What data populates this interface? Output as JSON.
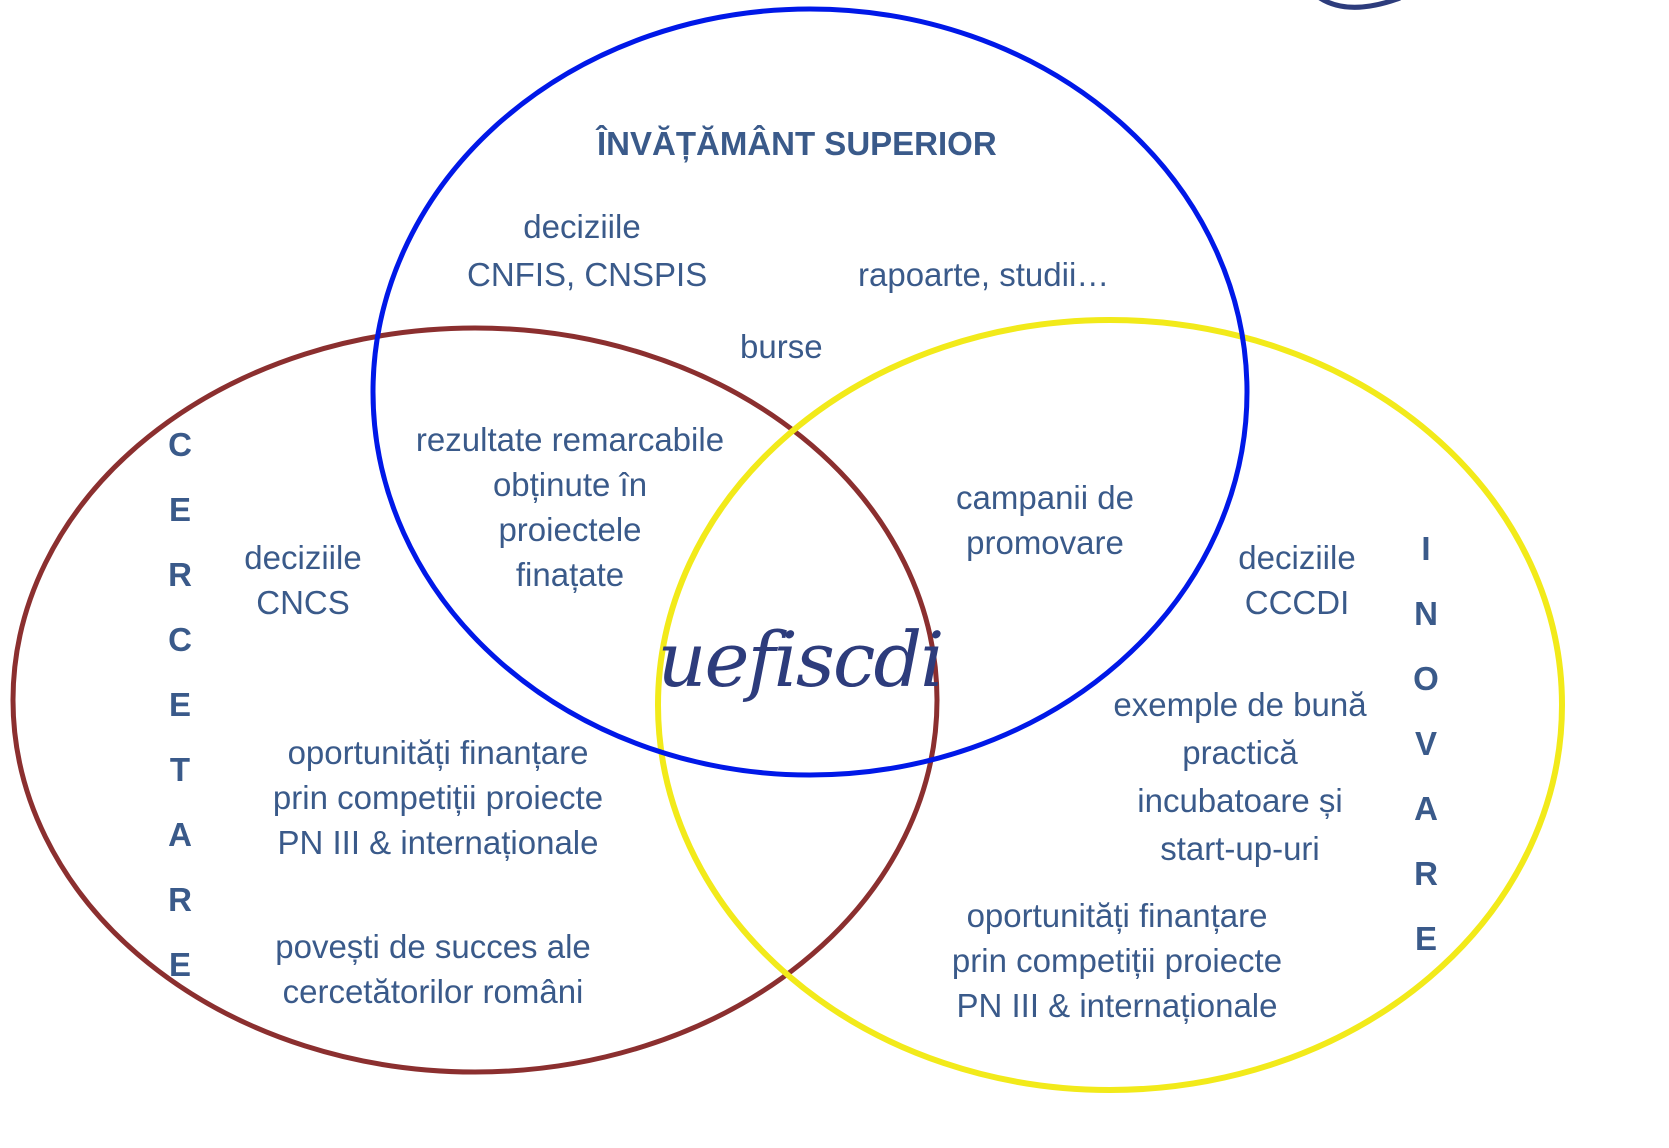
{
  "colors": {
    "text": "#3a5a8a",
    "circle_top": "#0018e8",
    "circle_left": "#8b2f2f",
    "circle_right": "#f2ea1a",
    "logo": "#2d3c7c"
  },
  "circles": {
    "top": {
      "title": "ÎNVĂȚĂMÂNT SUPERIOR"
    },
    "left": {
      "title": "CERCETARE"
    },
    "right": {
      "title": "INOVARE"
    }
  },
  "labels": {
    "top_decisions_line1": "deciziile",
    "top_decisions_line2": "CNFIS, CNSPIS",
    "top_reports": "rapoarte, studii…",
    "top_scholarships": "burse",
    "overlap_results_l1": "rezultate remarcabile",
    "overlap_results_l2": "obținute în",
    "overlap_results_l3": "proiectele",
    "overlap_results_l4": "finațate",
    "overlap_campaigns_l1": "campanii de",
    "overlap_campaigns_l2": "promovare",
    "left_decisions_l1": "deciziile",
    "left_decisions_l2": "CNCS",
    "left_opps_l1": "oportunități finanțare",
    "left_opps_l2": "prin competiții proiecte",
    "left_opps_l3": "PN III & internaționale",
    "left_stories_l1": "povești de succes ale",
    "left_stories_l2": "cercetătorilor români",
    "right_decisions_l1": "deciziile",
    "right_decisions_l2": "CCCDI",
    "right_examples_l1": "exemple de bună",
    "right_examples_l2": "practică",
    "right_examples_l3": "incubatoare și",
    "right_examples_l4": "start-up-uri",
    "right_opps_l1": "oportunități finanțare",
    "right_opps_l2": "prin competiții proiecte",
    "right_opps_l3": "PN III & internaționale"
  },
  "logo": {
    "text": "uefiscdi"
  }
}
